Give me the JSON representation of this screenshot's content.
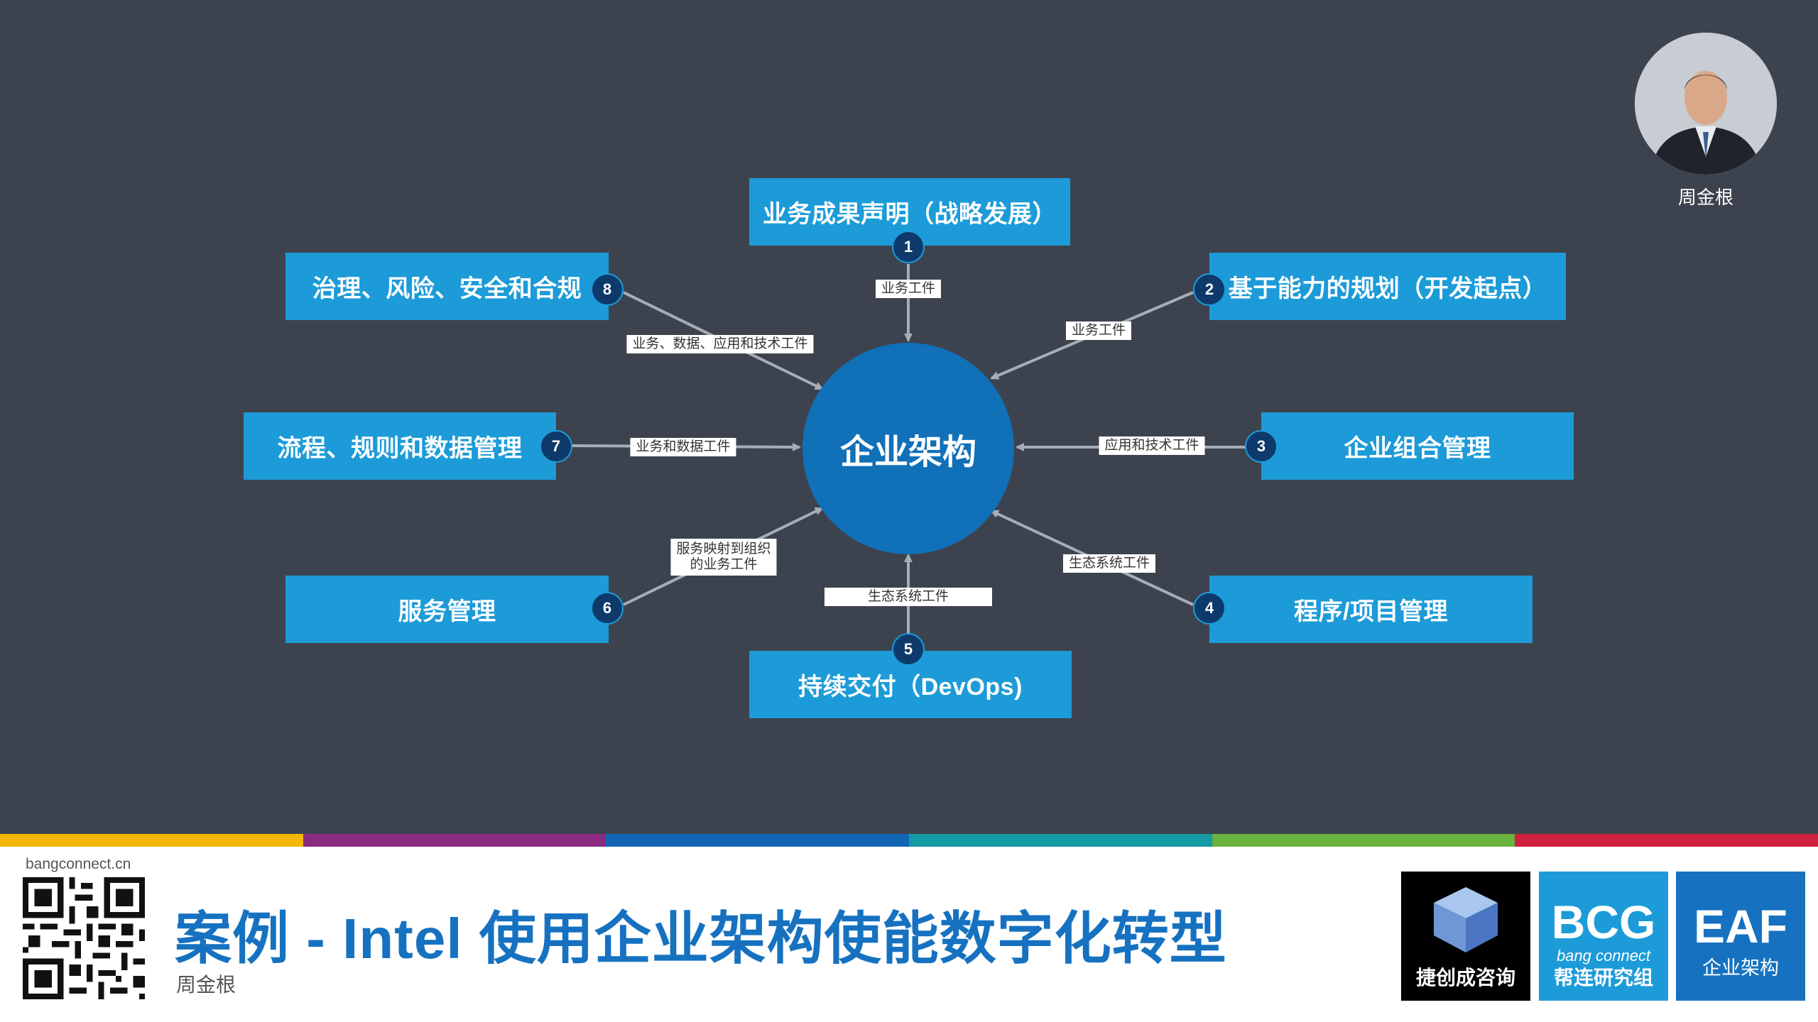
{
  "center": {
    "label": "企业架构"
  },
  "nodes": [
    {
      "num": "1",
      "label": "业务成果声明（战略发展）"
    },
    {
      "num": "2",
      "label": "基于能力的规划（开发起点）"
    },
    {
      "num": "3",
      "label": "企业组合管理"
    },
    {
      "num": "4",
      "label": "程序/项目管理"
    },
    {
      "num": "5",
      "label": "持续交付（DevOps)"
    },
    {
      "num": "6",
      "label": "服务管理"
    },
    {
      "num": "7",
      "label": "流程、规则和数据管理"
    },
    {
      "num": "8",
      "label": "治理、风险、安全和合规"
    }
  ],
  "edge_labels": [
    "业务工件",
    "业务工件",
    "应用和技术工件",
    "生态系统工件",
    "生态系统工件",
    "服务映射到组织\n的业务工件",
    "业务和数据工件",
    "业务、数据、应用和技术工件"
  ],
  "presenter": {
    "name": "周金根"
  },
  "footer": {
    "website": "bangconnect.cn",
    "title": "案例 - Intel 使用企业架构使能数字化转型",
    "author": "周金根"
  },
  "logos": {
    "jiechuang": {
      "name": "捷创成咨询"
    },
    "bcg": {
      "big": "BCG",
      "sub": "bang connect",
      "name": "帮连研究组"
    },
    "eaf": {
      "big": "EAF",
      "name": "企业架构"
    }
  },
  "colors": {
    "background": "#3d434e",
    "box": "#1c9bd8",
    "center": "#1070b8",
    "badge": "#0d3a6b",
    "title": "#1672c0",
    "stripe": [
      "#f2b800",
      "#8b2a7e",
      "#1365b5",
      "#139aa4",
      "#6ab23e",
      "#cf1f3f"
    ]
  }
}
